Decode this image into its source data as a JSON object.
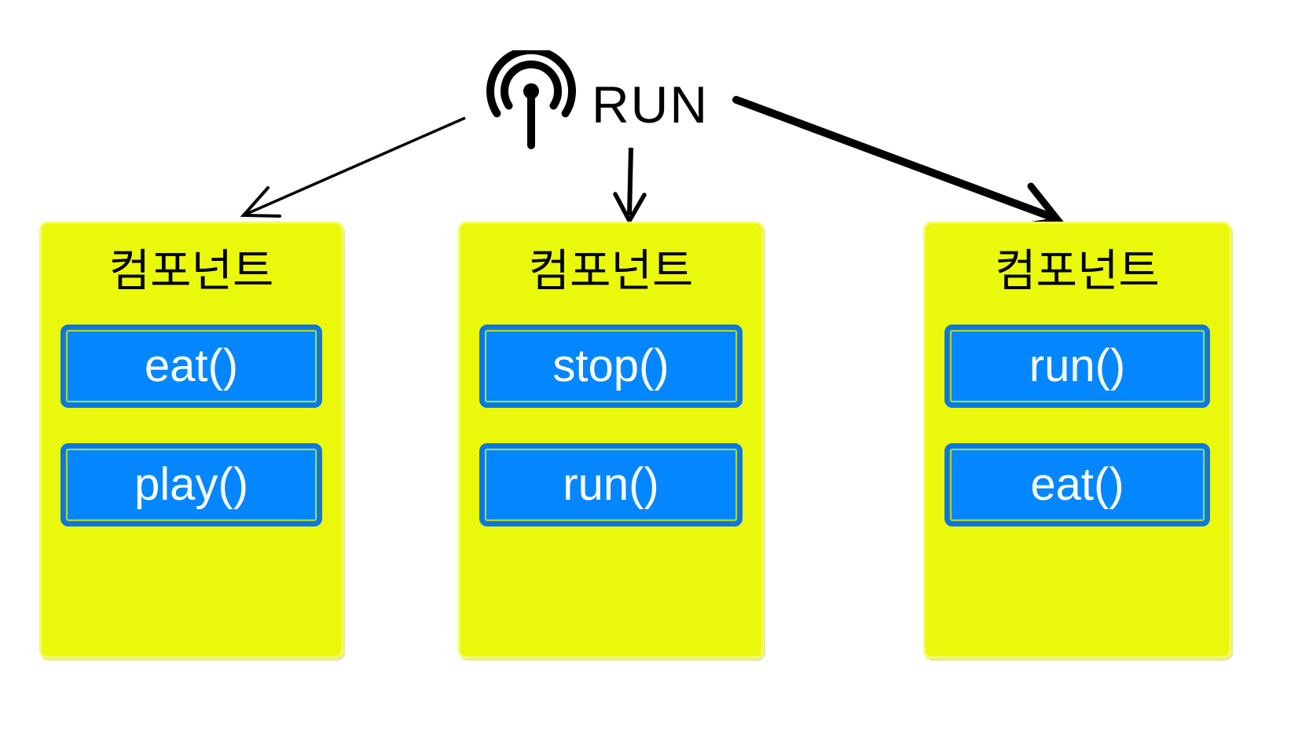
{
  "event": {
    "label": "RUN",
    "icon": "broadcast-icon"
  },
  "components": [
    {
      "title": "컴포넌트",
      "methods": [
        "eat()",
        "play()"
      ]
    },
    {
      "title": "컴포넌트",
      "methods": [
        "stop()",
        "run()"
      ]
    },
    {
      "title": "컴포넌트",
      "methods": [
        "run()",
        "eat()"
      ]
    }
  ],
  "colors": {
    "background": "#FFFFFF",
    "card_bg": "#EAF90B",
    "card_border": "#F3FD5F",
    "button_bg": "#0487FE",
    "button_border": "#0C77E2",
    "button_inset_line": "#B5D81E",
    "button_text": "#FFFFFF",
    "title_text": "#000000",
    "arrow": "#000000"
  }
}
